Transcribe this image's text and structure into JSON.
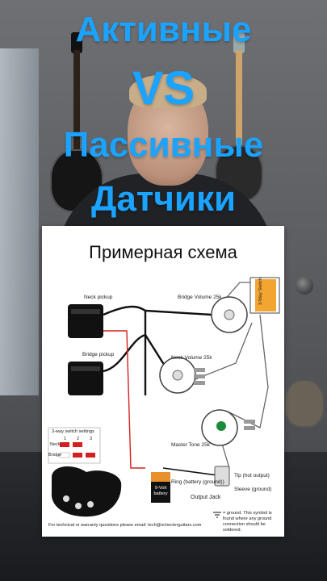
{
  "overlay": {
    "line1": "Активные",
    "line2": "VS",
    "line3": "Пассивные",
    "line4": "Датчики"
  },
  "diagram": {
    "title": "Примерная схема",
    "neck_pickup": "Neck pickup",
    "bridge_pickup": "Bridge pickup",
    "bridge_volume": "Bridge Volume 25k",
    "neck_volume": "Neck Volume 25k",
    "master_tone": "Master Tone 25k",
    "switch": "3-Way Switch",
    "switch_settings": "3-way switch settings",
    "switch_positions": [
      "1",
      "2",
      "3"
    ],
    "switch_rows": [
      "Neck",
      "Bridge"
    ],
    "battery": "9-Volt battery",
    "ring": "Ring (battery (ground))",
    "tip": "Tip (hot output)",
    "sleeve": "Sleeve (ground)",
    "output_jack": "Output Jack",
    "ground_note": "= ground. This symbol is found where any ground connection should be soldered.",
    "contact": "For technical or warranty questions please email: tech@schecterguitars.com"
  },
  "colors": {
    "title_blue": "#1aa3ff",
    "wire_red": "#d42020",
    "wire_black": "#111111",
    "cap_green": "#1b8a3a",
    "switch_orange": "#f2a531"
  }
}
